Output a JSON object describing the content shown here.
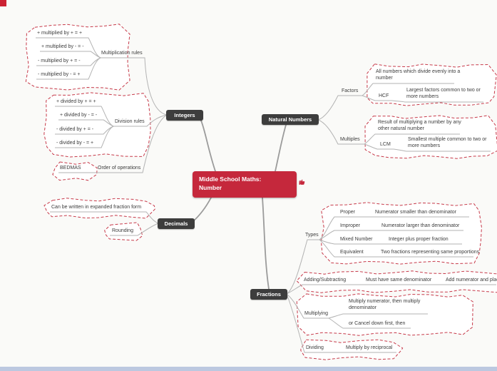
{
  "root": {
    "title_line1": "Middle School Maths:",
    "title_line2": "Number",
    "likes": "1"
  },
  "branches": {
    "integers": {
      "label": "Integers",
      "multiplication": {
        "label": "Multiplication rules",
        "items": [
          "+ multiplied by + = +",
          "+ multiplied by - = -",
          "- multiplied by + = -",
          "- multiplied by - = +"
        ]
      },
      "division": {
        "label": "Division rules",
        "items": [
          "+ divided by + = +",
          "+ divided by - = -",
          "- divided by + = -",
          "- divided by - = +"
        ]
      },
      "order": {
        "label": "Order of operations",
        "child": "BEDMAS"
      }
    },
    "natural_numbers": {
      "label": "Natural Numbers",
      "factors": {
        "label": "Factors",
        "definition": "All numbers which divide evenly into a number",
        "hcf_label": "HCF",
        "hcf_definition": "Largest factors common to two or more numbers"
      },
      "multiples": {
        "label": "Multiples",
        "definition": "Result of multiplying a number by any other natural number",
        "lcm_label": "LCM",
        "lcm_definition": "Smallest multiple common to two or more numbers"
      }
    },
    "decimals": {
      "label": "Decimals",
      "expanded_form": "Can be written in expanded fraction form",
      "rounding": "Rounding"
    },
    "fractions": {
      "label": "Fractions",
      "types": {
        "label": "Types",
        "rows": [
          {
            "name": "Proper",
            "definition": "Numerator smaller than denominator"
          },
          {
            "name": "Improper",
            "definition": "Numerator larger than denominator"
          },
          {
            "name": "Mixed Number",
            "definition": "Integer plus proper fraction"
          },
          {
            "name": "Equivalent",
            "definition": "Two fractions representing same proportions"
          }
        ]
      },
      "adding_subtracting": {
        "label": "Adding/Subtracting",
        "step1": "Must have same denominator",
        "step2": "Add numerator and place"
      },
      "multiplying": {
        "label": "Multiplying",
        "note1": "Multiply numerator, then multiply denominator",
        "note2": "or Cancel down first, then"
      },
      "dividing": {
        "label": "Dividing",
        "note": "Multiply by reciprocal"
      }
    }
  },
  "colors": {
    "root_bg": "#c5283c",
    "topic_bg": "#3d3d3d",
    "boundary_red": "#c73a4a",
    "connector_gray": "#9b9b9b",
    "bottom_bar": "#bcc8e0"
  }
}
